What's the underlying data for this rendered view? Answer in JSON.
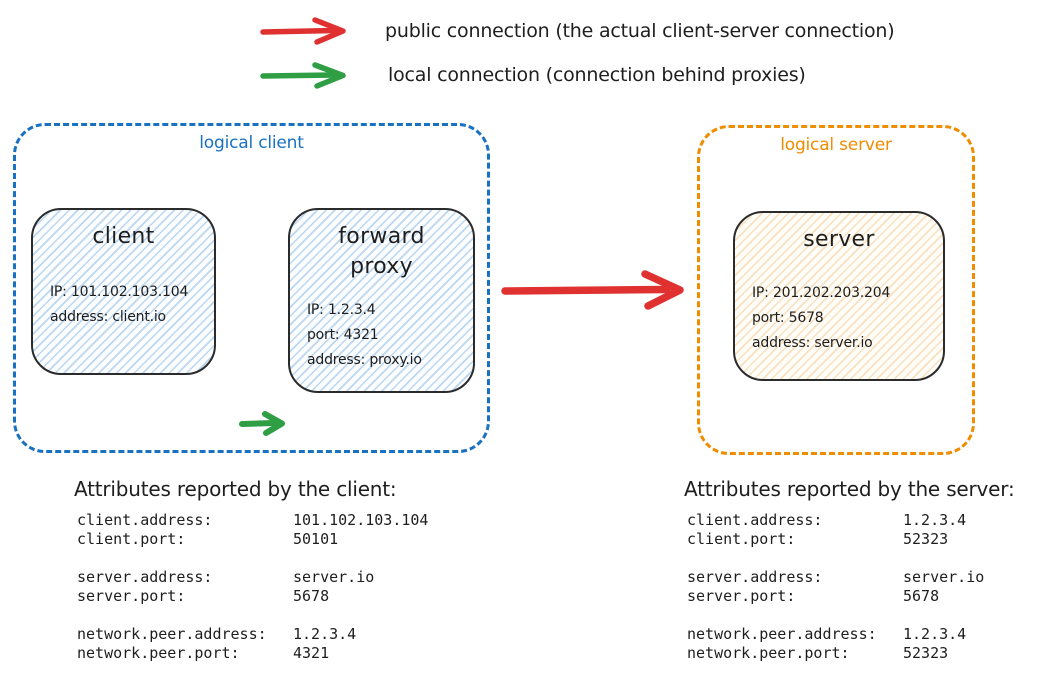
{
  "legend": {
    "items": [
      {
        "name": "public connection",
        "label": "public connection (the actual client-server connection)",
        "color": "#e03131"
      },
      {
        "name": "local connection",
        "label": "local connection (connection behind proxies)",
        "color": "#2f9e44"
      }
    ]
  },
  "diagram": {
    "logical_client": {
      "label": "logical client",
      "color": "#1971c2",
      "client_node": {
        "title": "client",
        "lines": [
          "IP: 101.102.103.104",
          "address: client.io"
        ]
      },
      "proxy_node": {
        "title": "forward proxy",
        "lines": [
          "IP: 1.2.3.4",
          "port: 4321",
          "address: proxy.io"
        ]
      }
    },
    "logical_server": {
      "label": "logical server",
      "color": "#f08c00",
      "server_node": {
        "title": "server",
        "lines": [
          "IP: 201.202.203.204",
          "port: 5678",
          "address: server.io"
        ]
      }
    }
  },
  "attributes": {
    "client": {
      "heading": "Attributes reported by the client:",
      "rows": [
        {
          "key": "client.address:",
          "value": "101.102.103.104"
        },
        {
          "key": "client.port:",
          "value": "50101"
        },
        {
          "key": "server.address:",
          "value": "server.io"
        },
        {
          "key": "server.port:",
          "value": "5678"
        },
        {
          "key": "network.peer.address:",
          "value": "1.2.3.4"
        },
        {
          "key": "network.peer.port:",
          "value": "4321"
        }
      ]
    },
    "server": {
      "heading": "Attributes reported by the server:",
      "rows": [
        {
          "key": "client.address:",
          "value": "1.2.3.4"
        },
        {
          "key": "client.port:",
          "value": "52323"
        },
        {
          "key": "server.address:",
          "value": "server.io"
        },
        {
          "key": "server.port:",
          "value": "5678"
        },
        {
          "key": "network.peer.address:",
          "value": "1.2.3.4"
        },
        {
          "key": "network.peer.port:",
          "value": "52323"
        }
      ]
    }
  },
  "colors": {
    "public_connection": "#e03131",
    "local_connection": "#2f9e44",
    "logical_client_stroke": "#1971c2",
    "logical_server_stroke": "#f08c00",
    "node_stroke": "#2b2b2b",
    "text": "#1e1e1e",
    "client_fill_hatch": "#a5d8ff",
    "server_fill_hatch": "#ffd8a8"
  }
}
